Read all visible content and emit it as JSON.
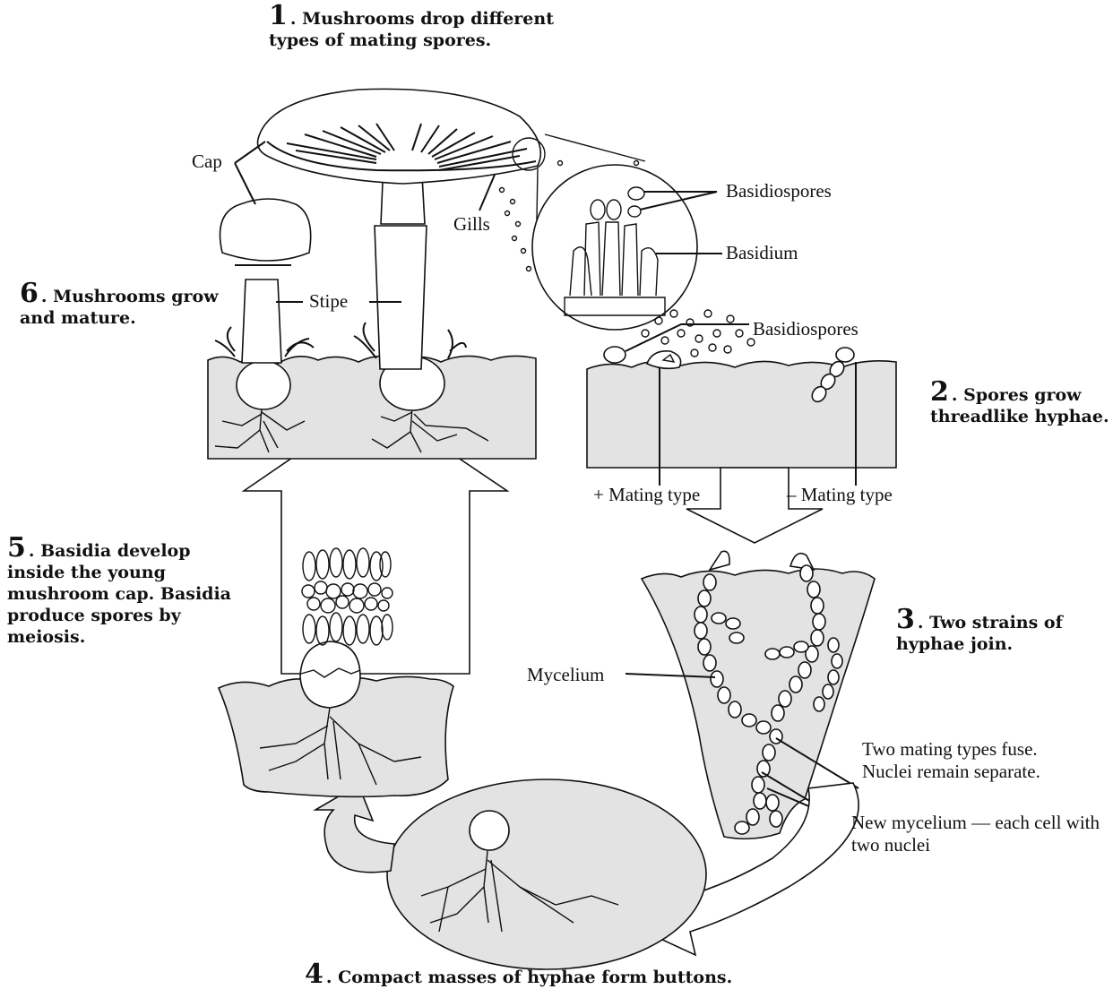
{
  "steps": [
    {
      "num": "1",
      "text": ". Mushrooms drop different types of mating spores."
    },
    {
      "num": "2",
      "text": ". Spores grow threadlike hyphae."
    },
    {
      "num": "3",
      "text": ". Two strains of hyphae join."
    },
    {
      "num": "4",
      "text": ". Compact masses of hyphae form buttons."
    },
    {
      "num": "5",
      "text": ". Basidia develop inside the young mushroom cap. Basidia produce spores by meiosis."
    },
    {
      "num": "6",
      "text": ". Mushrooms grow and mature."
    }
  ],
  "labels": {
    "cap": "Cap",
    "gills": "Gills",
    "stipe": "Stipe",
    "basidiospores_top": "Basidiospores",
    "basidium": "Basidium",
    "basidiospores_soil": "Basidiospores",
    "plus_mating": "+ Mating type",
    "minus_mating": "– Mating type",
    "mycelium": "Mycelium",
    "fuse": "Two mating types fuse. Nuclei remain separate.",
    "new_mycelium": "New mycelium — each cell with two nuclei"
  }
}
